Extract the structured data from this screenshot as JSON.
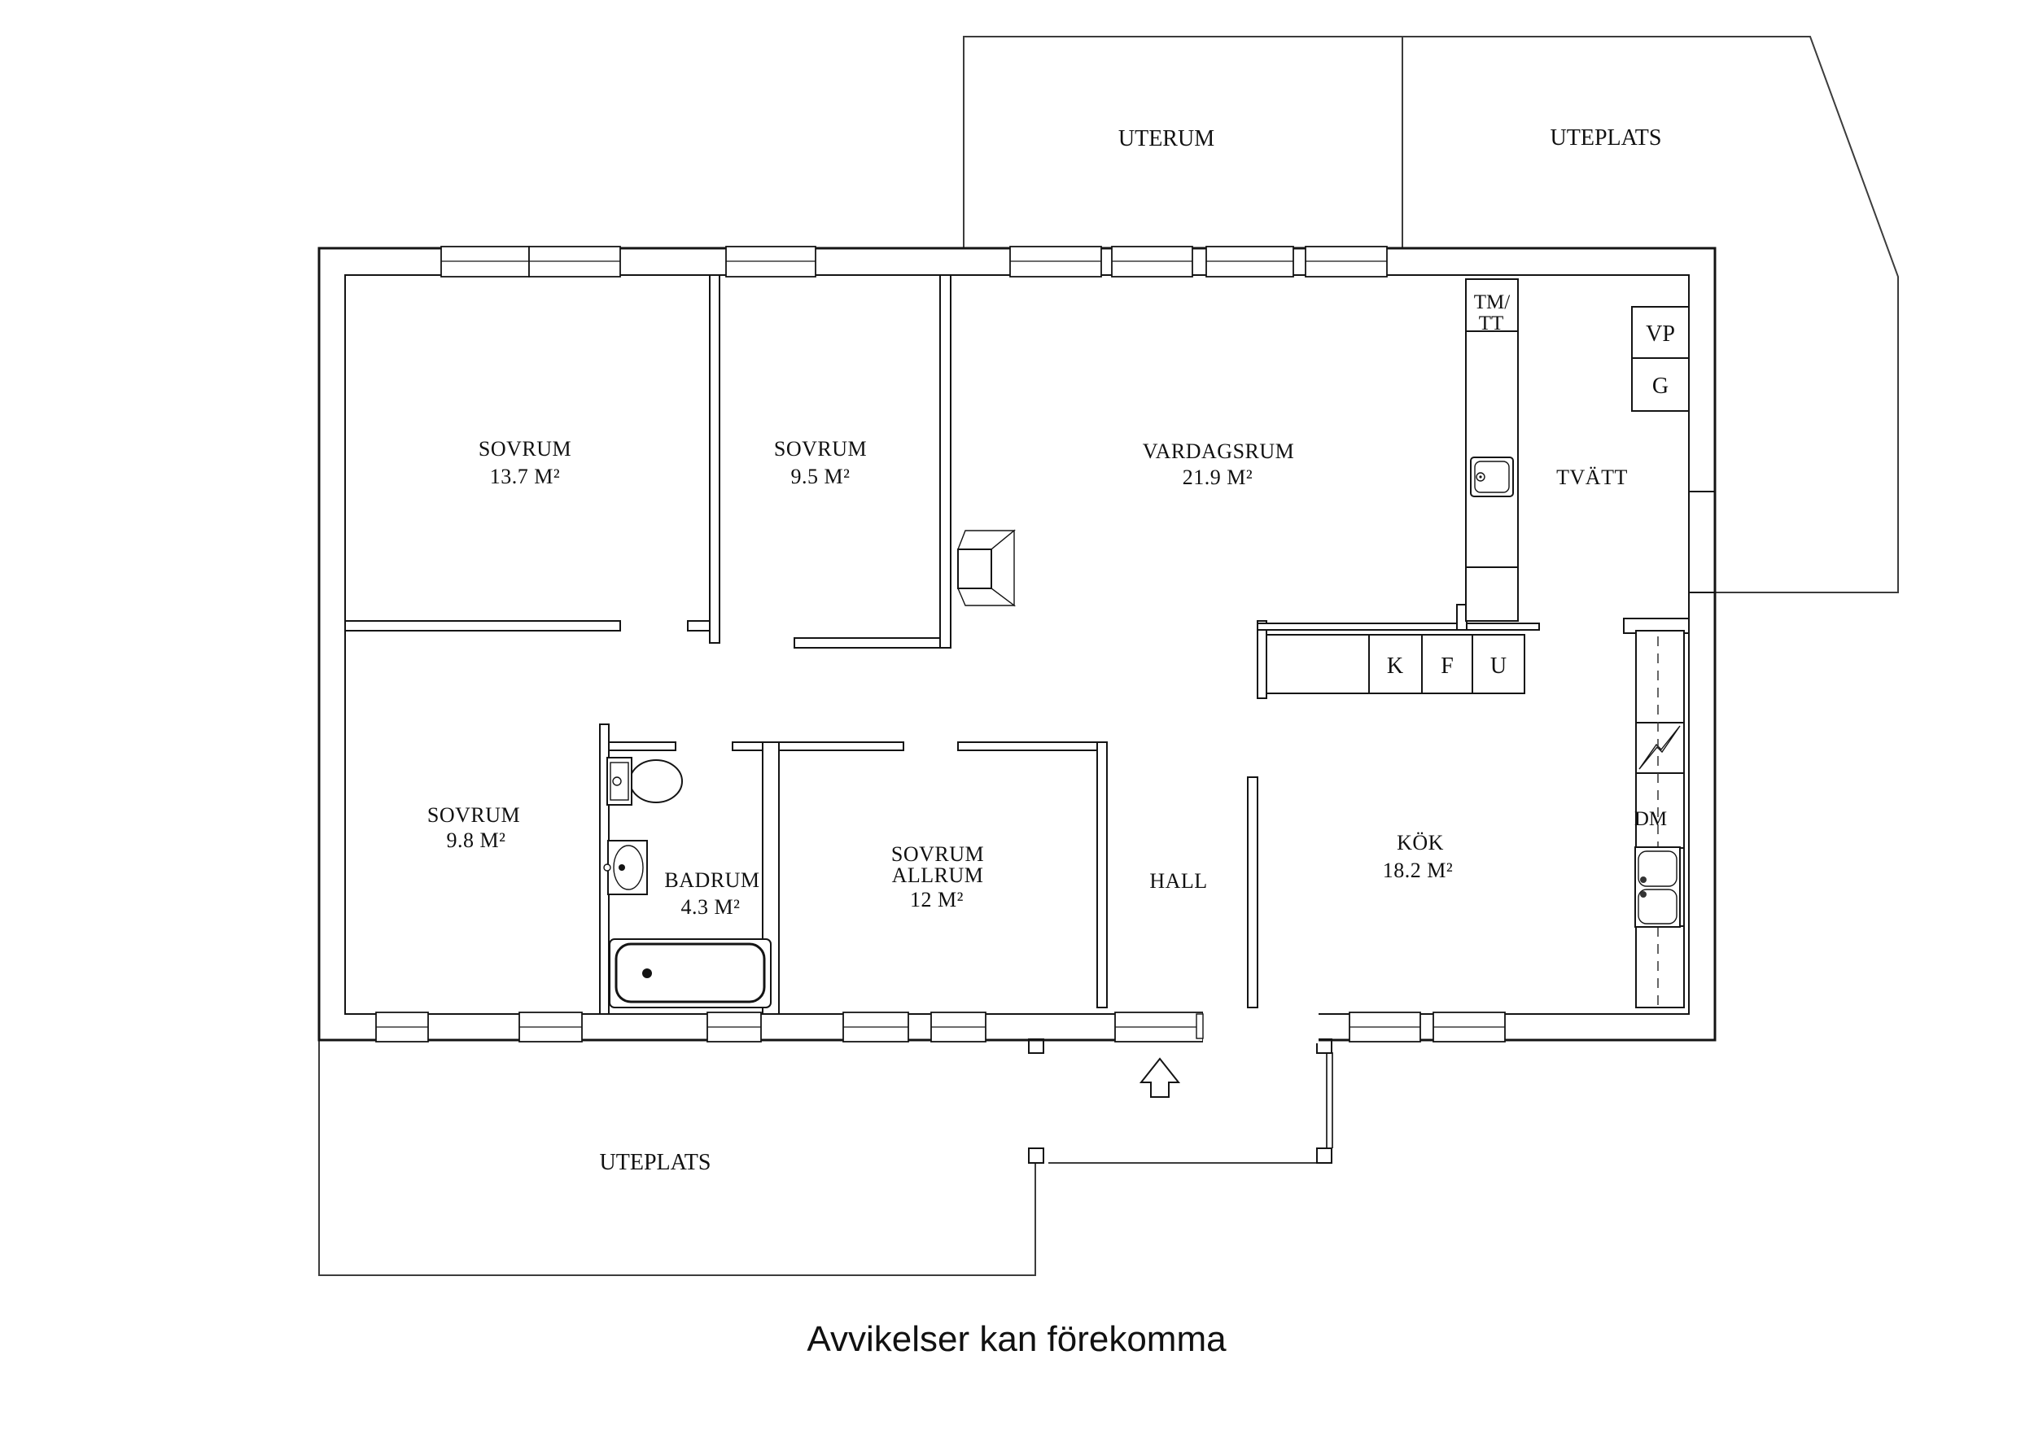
{
  "outdoor": {
    "uterum": "UTERUM",
    "uteplats_top": "UTEPLATS",
    "uteplats_bottom": "UTEPLATS"
  },
  "rooms": {
    "sovrum_1": {
      "name": "SOVRUM",
      "area": "13.7 M²"
    },
    "sovrum_2": {
      "name": "SOVRUM",
      "area": "9.5 M²"
    },
    "vardagsrum": {
      "name": "VARDAGSRUM",
      "area": "21.9 M²"
    },
    "tvatt": {
      "name": "TVÄTT"
    },
    "sovrum_3": {
      "name": "SOVRUM",
      "area": "9.8 M²"
    },
    "badrum": {
      "name": "BADRUM",
      "area": "4.3 M²"
    },
    "sovrum_allrum": {
      "line1": "SOVRUM",
      "line2": "ALLRUM",
      "area": "12 M²"
    },
    "hall": {
      "name": "HALL"
    },
    "kok": {
      "name": "KÖK",
      "area": "18.2 M²"
    }
  },
  "appliances": {
    "tm_tt_line1": "TM/",
    "tm_tt_line2": "TT",
    "vp": "VP",
    "g": "G",
    "kyl": "K",
    "frys": "F",
    "ugn": "U",
    "dm": "DM"
  },
  "footer": {
    "disclaimer": "Avvikelser kan förekomma"
  }
}
